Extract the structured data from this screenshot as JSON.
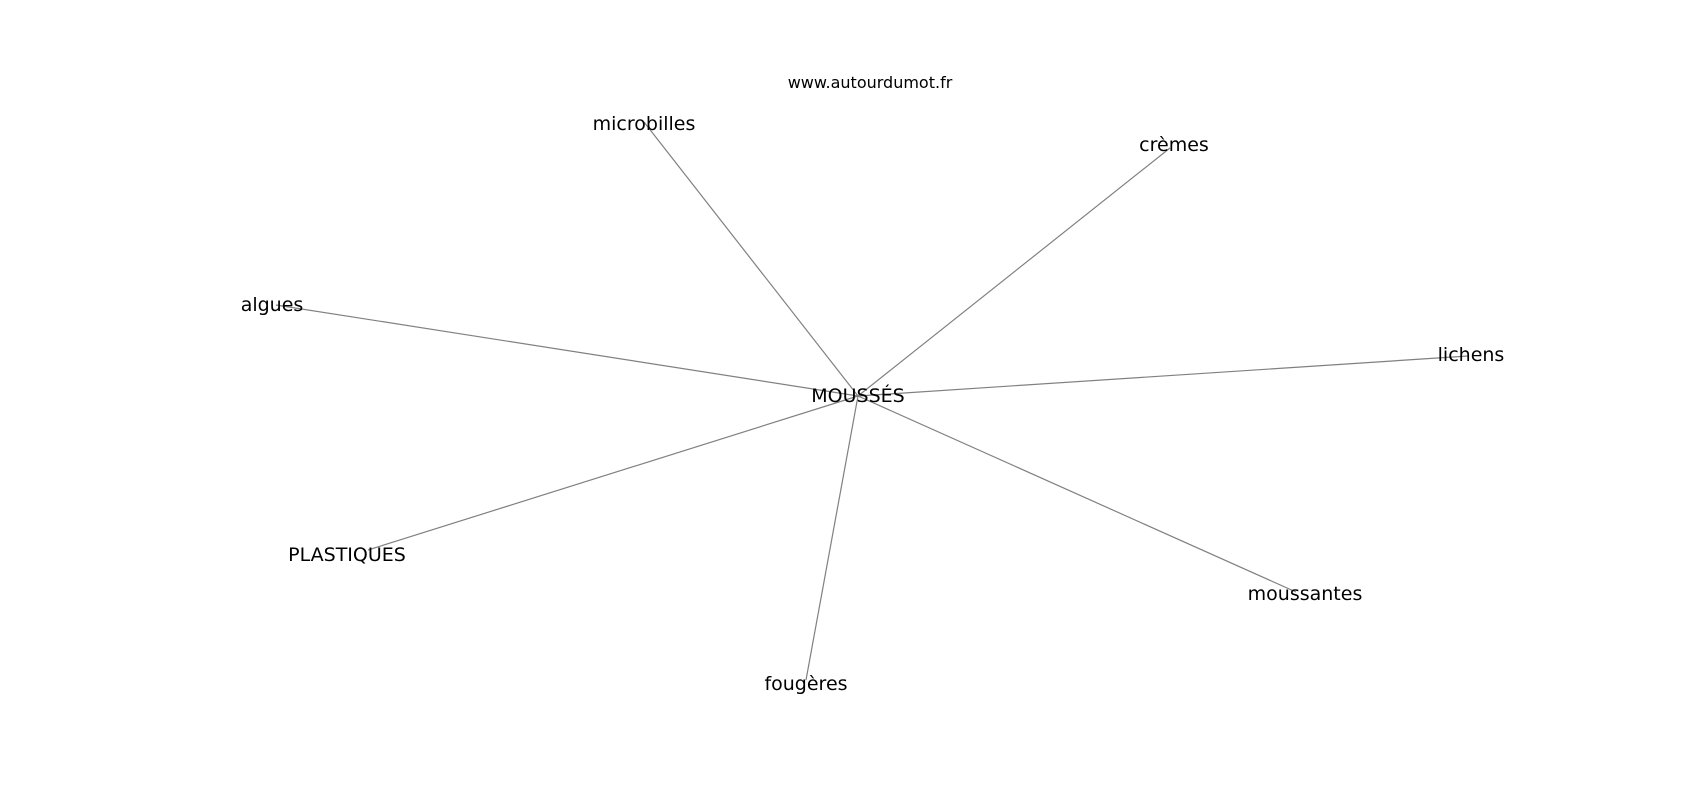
{
  "header": {
    "site": "www.autourdumot.fr"
  },
  "graph": {
    "center": "MOUSSÉS",
    "neighbors": [
      "microbilles",
      "crèmes",
      "algues",
      "lichens",
      "PLASTIQUES",
      "moussantes",
      "fougères"
    ]
  },
  "colors": {
    "edge": "#808080",
    "text": "#000000",
    "background": "#ffffff"
  }
}
